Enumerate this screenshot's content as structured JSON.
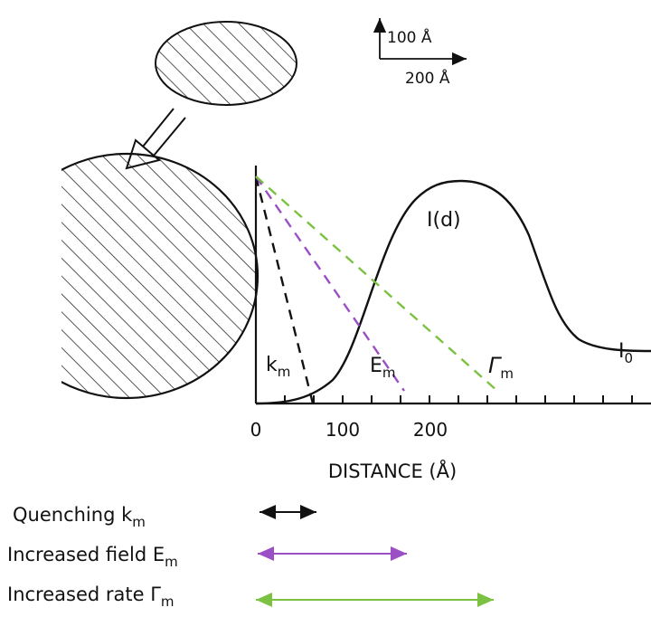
{
  "scale_bar": {
    "vertical": "100 Å",
    "horizontal": "200 Å"
  },
  "axis": {
    "xlabel": "DISTANCE (Å)",
    "ticks": [
      "0",
      "100",
      "200"
    ]
  },
  "curve": {
    "label_main": "I(d)",
    "baseline_main": "I",
    "baseline_sub": "0"
  },
  "lines": [
    {
      "id": "quench",
      "main": "k",
      "sub": "m",
      "color": "#111111"
    },
    {
      "id": "field",
      "main": "E",
      "sub": "m",
      "color": "#9b4fc4"
    },
    {
      "id": "rate",
      "main": "Γ",
      "sub": "m",
      "color": "#7cc242"
    }
  ],
  "legend": [
    {
      "text": "Quenching k",
      "sub": "m",
      "color": "#111111"
    },
    {
      "text": "Increased field E",
      "sub": "m",
      "color": "#9b4fc4"
    },
    {
      "text": "Increased rate Γ",
      "sub": "m",
      "color": "#7cc242"
    }
  ]
}
